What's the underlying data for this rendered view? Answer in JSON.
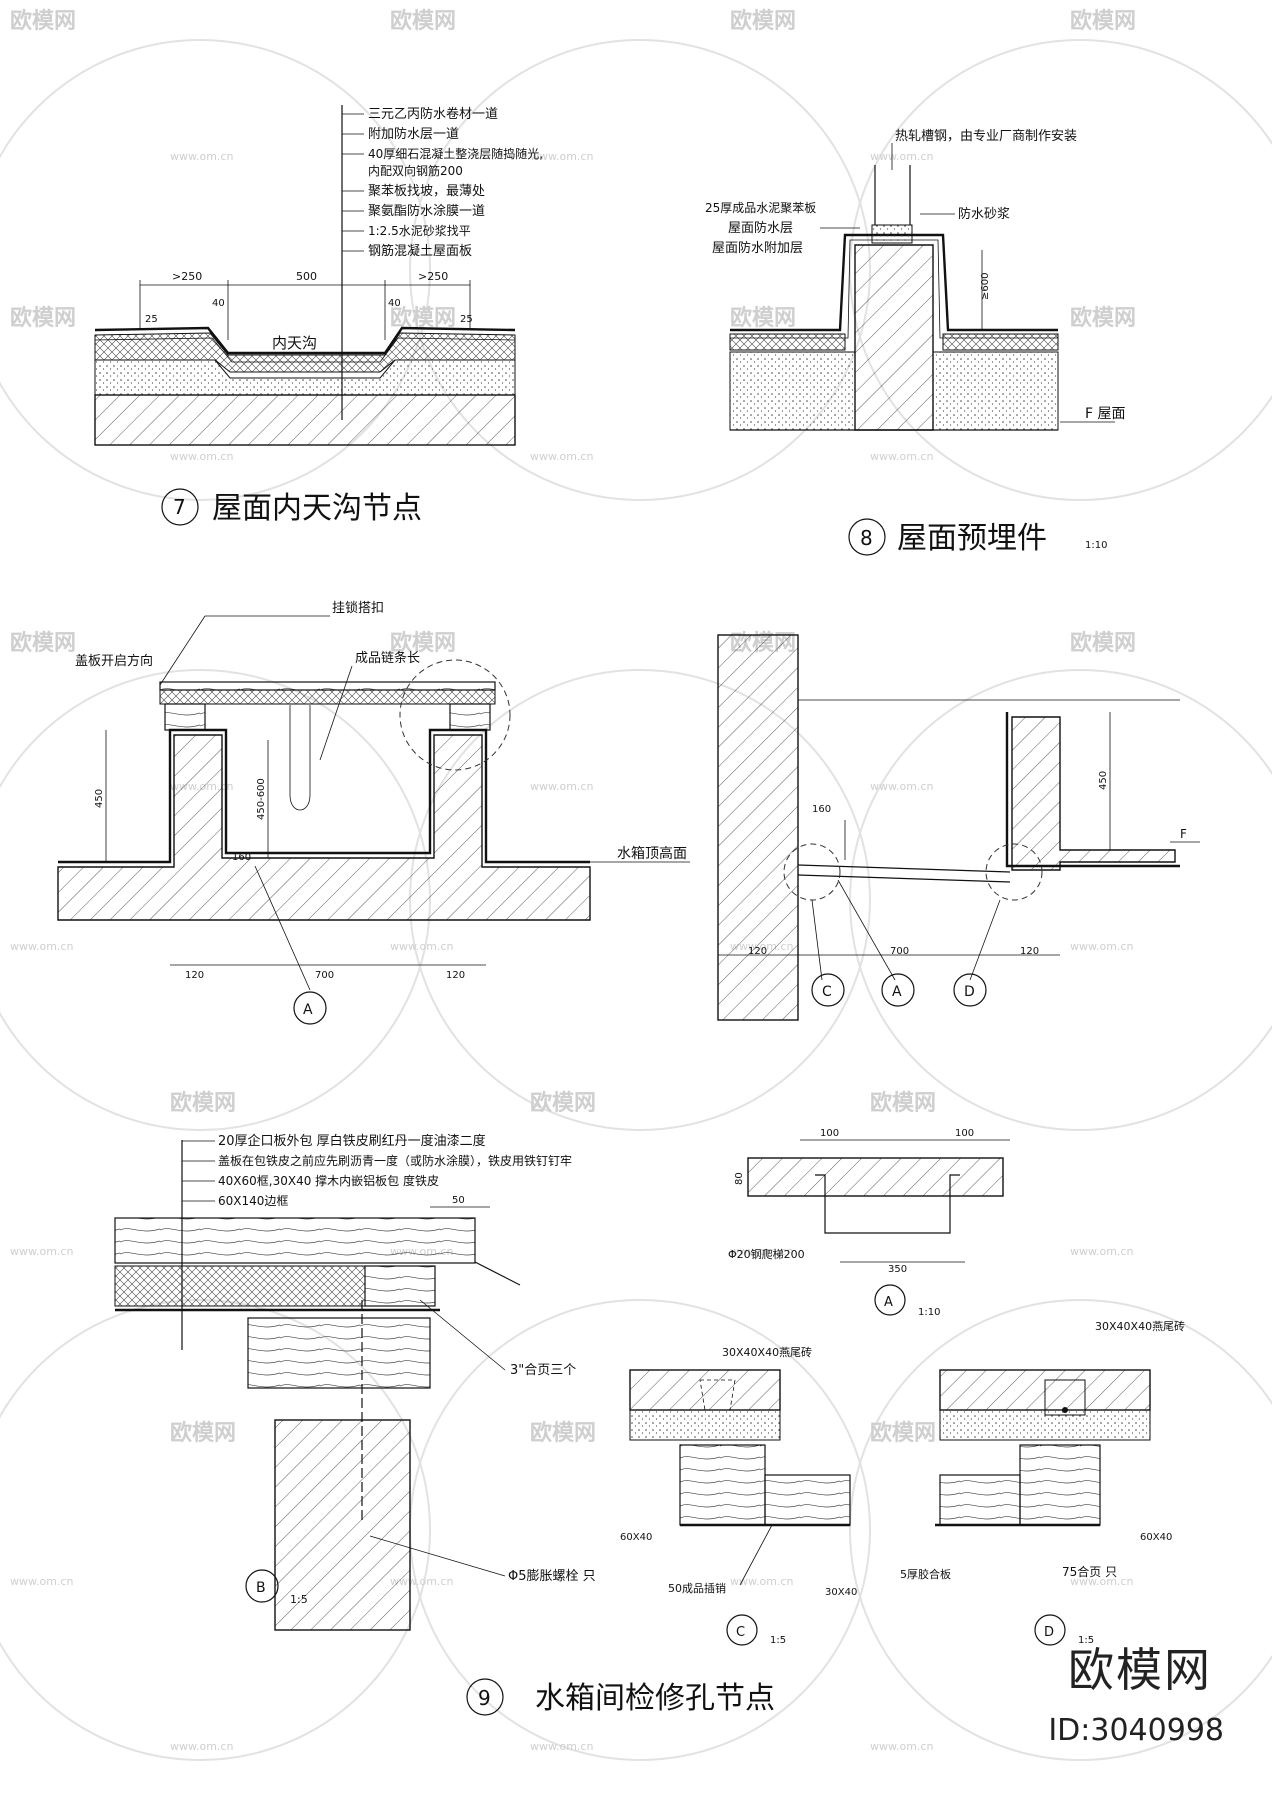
{
  "watermark": {
    "logo": "欧模网",
    "url": "www.om.cn"
  },
  "brand": {
    "logo": "欧模网",
    "id": "ID:3040998"
  },
  "detail7": {
    "num": "7",
    "title": "屋面内天沟节点",
    "notes": [
      "三元乙丙防水卷材一道",
      "附加防水层一道",
      "40厚细石混凝土整浇层随捣随光,",
      "内配双向钢筋200",
      "聚苯板找坡，最薄处",
      "聚氨酯防水涂膜一道",
      "1:2.5水泥砂浆找平",
      "钢筋混凝土屋面板"
    ],
    "dims": [
      ">250",
      "500",
      ">250",
      "40",
      "40",
      "25",
      "25"
    ],
    "label": "内天沟"
  },
  "detail8": {
    "num": "8",
    "title": "屋面预埋件",
    "scale": "1:10",
    "notes": [
      "热轧槽钢，由专业厂商制作安装",
      "25厚成品水泥聚苯板",
      "屋面防水层",
      "屋面防水附加层",
      "防水砂浆"
    ],
    "dims": [
      "≥600"
    ],
    "level": "F 屋面"
  },
  "detailA": {
    "notes": [
      "挂锁搭扣",
      "盖板开启方向",
      "成品链条长"
    ],
    "dims": [
      "450",
      "450-600",
      "160",
      "120",
      "700",
      "120"
    ],
    "level": "水箱顶高面",
    "tag": "A"
  },
  "detailRight": {
    "dims": [
      "160",
      "450",
      "120",
      "700",
      "120"
    ],
    "level": "F",
    "tags": [
      "C",
      "A",
      "D"
    ]
  },
  "detail9": {
    "num": "9",
    "title": "水箱间检修孔节点",
    "notesB": [
      "20厚企口板外包    厚白铁皮刷红丹一度油漆二度",
      "盖板在包铁皮之前应先刷沥青一度（或防水涂膜），铁皮用铁钉钉牢",
      "40X60框,30X40    撑木内嵌铝板包    度铁皮",
      "60X140边框"
    ],
    "dimB": "50",
    "hinge": "3\"合页三个",
    "bolt": "Φ5膨胀螺栓    只",
    "tagB": "B",
    "scaleB": "1:5",
    "dimsA": [
      "100",
      "100",
      "80",
      "350"
    ],
    "ladder": "Φ20钢爬梯200",
    "tagA": "A",
    "scaleA": "1:10",
    "notesC": [
      "30X40X40燕尾砖",
      "60X40",
      "50成品插销",
      "30X40"
    ],
    "tagC": "C",
    "scaleC": "1:5",
    "notesD": [
      "30X40X40燕尾砖",
      "60X40",
      "5厚胶合板",
      "75合页    只"
    ],
    "tagD": "D",
    "scaleD": "1:5"
  }
}
